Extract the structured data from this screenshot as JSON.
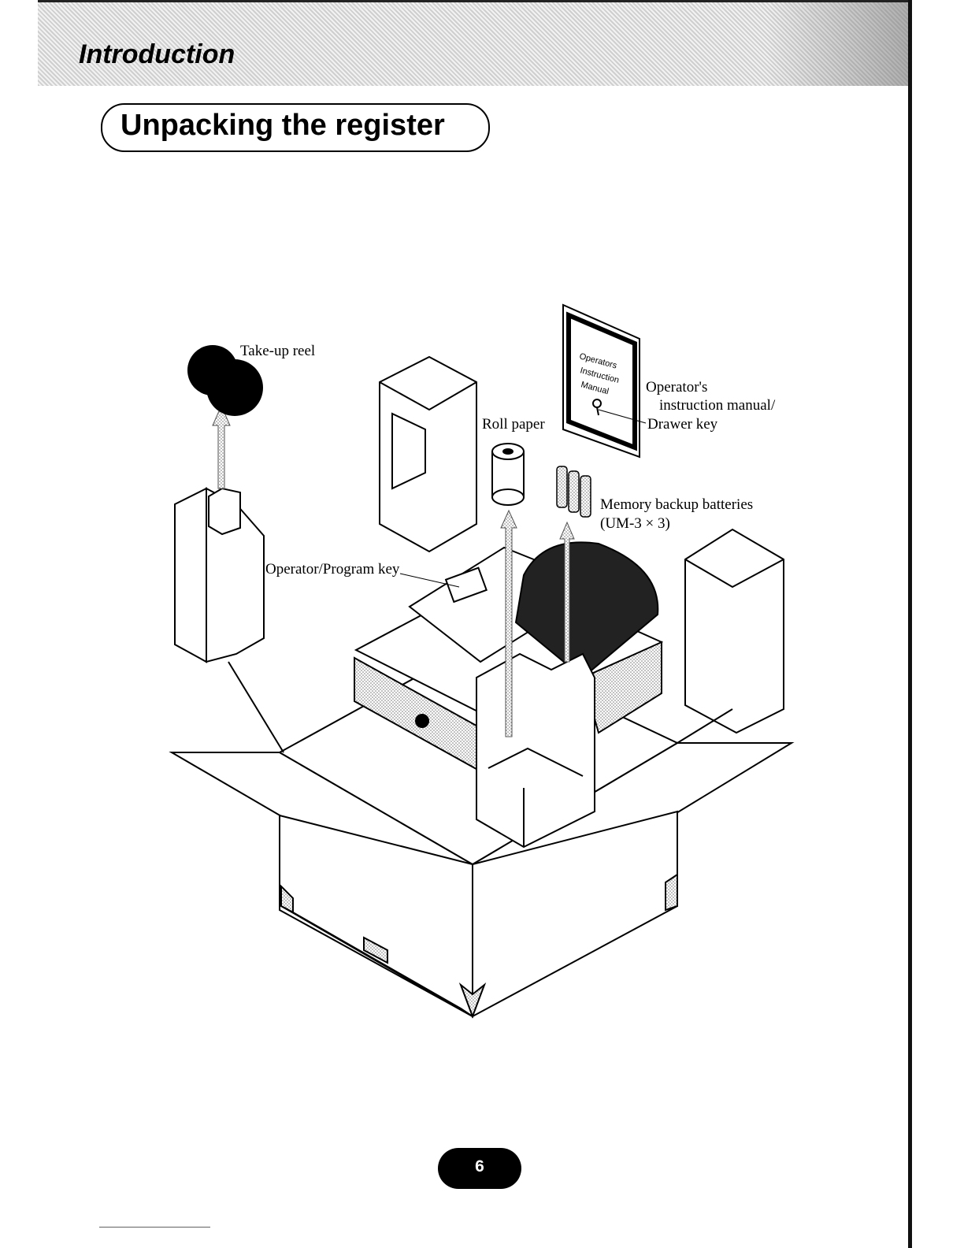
{
  "header": {
    "section_title": "Introduction",
    "page_heading": "Unpacking the register"
  },
  "illustration": {
    "labels": {
      "take_up_reel": "Take-up reel",
      "roll_paper": "Roll paper",
      "manual_line1": "Operator's",
      "manual_line2": "instruction manual/",
      "manual_line3": "Drawer key",
      "batteries_line1": "Memory backup batteries",
      "batteries_line2": "(UM-3 × 3)",
      "operator_key": "Operator/Program key"
    },
    "manual_cover_lines": [
      "Operators",
      "Instruction",
      "Manual"
    ]
  },
  "footer": {
    "page_number": "6"
  }
}
